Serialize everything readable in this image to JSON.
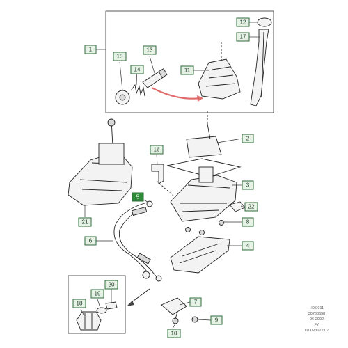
{
  "callouts": [
    {
      "num": "1"
    },
    {
      "num": "2"
    },
    {
      "num": "3"
    },
    {
      "num": "4"
    },
    {
      "num": "5"
    },
    {
      "num": "6"
    },
    {
      "num": "7"
    },
    {
      "num": "8"
    },
    {
      "num": "9"
    },
    {
      "num": "10"
    },
    {
      "num": "11"
    },
    {
      "num": "12"
    },
    {
      "num": "13"
    },
    {
      "num": "14"
    },
    {
      "num": "15"
    },
    {
      "num": "16"
    },
    {
      "num": "17"
    },
    {
      "num": "18"
    },
    {
      "num": "19"
    },
    {
      "num": "20"
    },
    {
      "num": "21"
    },
    {
      "num": "22"
    }
  ],
  "highlight_callout": "5",
  "reference": {
    "line1": "H06.011",
    "line2": "30706658",
    "line3": "06-2002",
    "line4": "FY",
    "line5": "D 0023122 07"
  },
  "colors": {
    "callout_fill": "#e6f2e6",
    "callout_border": "#2f6b3a",
    "highlight_fill": "#2f8a3a",
    "arrow": "#e06a6a"
  }
}
